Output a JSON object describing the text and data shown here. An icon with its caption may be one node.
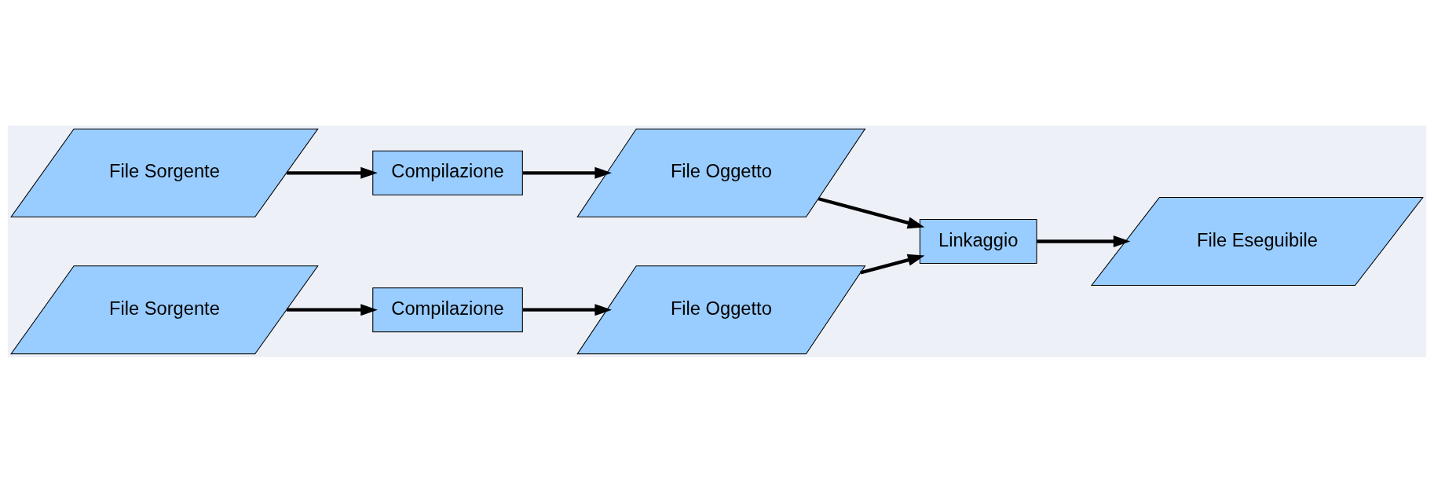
{
  "diagram": {
    "nodes": [
      {
        "text": [
          "File Sorgente"
        ]
      },
      {
        "text": [
          "Compilazione"
        ]
      },
      {
        "text": [
          "File Oggetto"
        ]
      },
      {
        "text": [
          "Linkaggio"
        ]
      },
      {
        "text": [
          "File Eseguibile"
        ]
      },
      {
        "text": [
          "File Sorgente"
        ]
      },
      {
        "text": [
          "Compilazione"
        ]
      },
      {
        "text": [
          "File Oggetto"
        ]
      }
    ],
    "edges": [
      {
        "from": 0,
        "to": 1,
        "arrow": "to"
      },
      {
        "from": 1,
        "to": 2,
        "arrow": "to"
      },
      {
        "from": 2,
        "to": 3,
        "arrow": "to"
      },
      {
        "from": 3,
        "to": 4,
        "arrow": "to"
      },
      {
        "from": 5,
        "to": 6,
        "arrow": "to"
      },
      {
        "from": 6,
        "to": 7,
        "arrow": "to"
      },
      {
        "from": 7,
        "to": 3,
        "arrow": "to"
      }
    ]
  }
}
